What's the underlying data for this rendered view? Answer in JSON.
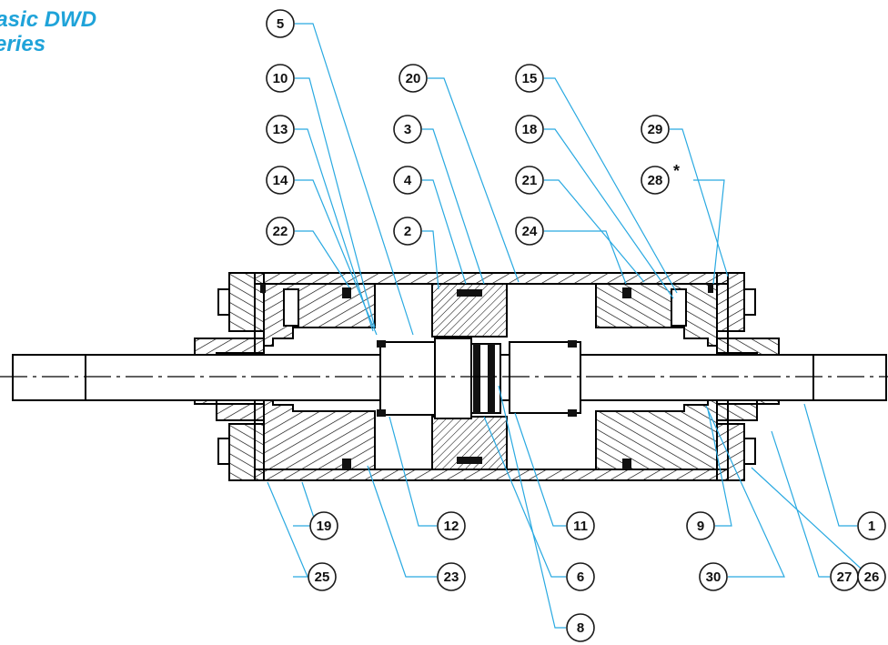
{
  "title": {
    "line1": "Basic DWD",
    "line2": "Series"
  },
  "callouts": [
    "5",
    "10",
    "13",
    "14",
    "22",
    "20",
    "3",
    "4",
    "2",
    "15",
    "18",
    "21",
    "24",
    "29",
    "28",
    "19",
    "25",
    "12",
    "23",
    "11",
    "6",
    "8",
    "9",
    "30",
    "1",
    "27",
    "26"
  ],
  "note_marker": "*",
  "colors": {
    "title": "#1fa3d9",
    "leader": "#29a9e1",
    "outline": "#000000"
  }
}
